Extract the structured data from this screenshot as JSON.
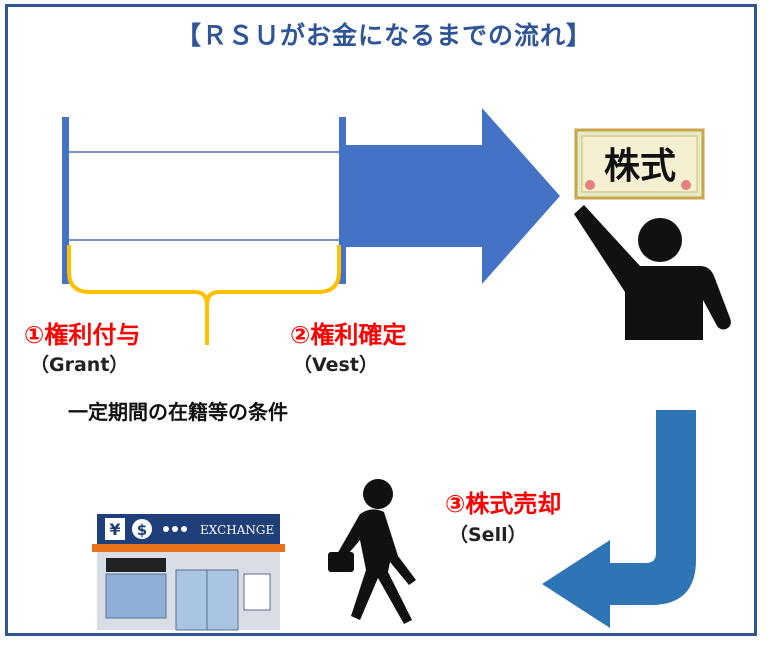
{
  "title": "【ＲＳＵがお金になるまでの流れ】",
  "steps": {
    "grant": {
      "label": "①権利付与",
      "sub": "（Grant）"
    },
    "vest": {
      "label": "②権利確定",
      "sub": "（Vest）"
    },
    "sell": {
      "label": "③株式売却",
      "sub": "（Sell）"
    }
  },
  "condition": "一定期間の在籍等の条件",
  "stock_certificate": "株式",
  "exchange_sign": "EXCHANGE",
  "currency_symbols": [
    "¥",
    "$"
  ],
  "colors": {
    "accent_blue": "#4472c4",
    "frame_blue": "#2f5597",
    "bracket": "#ffc000",
    "red": "#ff0000"
  },
  "icons": [
    "stock-certificate-icon",
    "raised-hand-person-icon",
    "walking-businessman-icon",
    "currency-exchange-shop-icon"
  ]
}
